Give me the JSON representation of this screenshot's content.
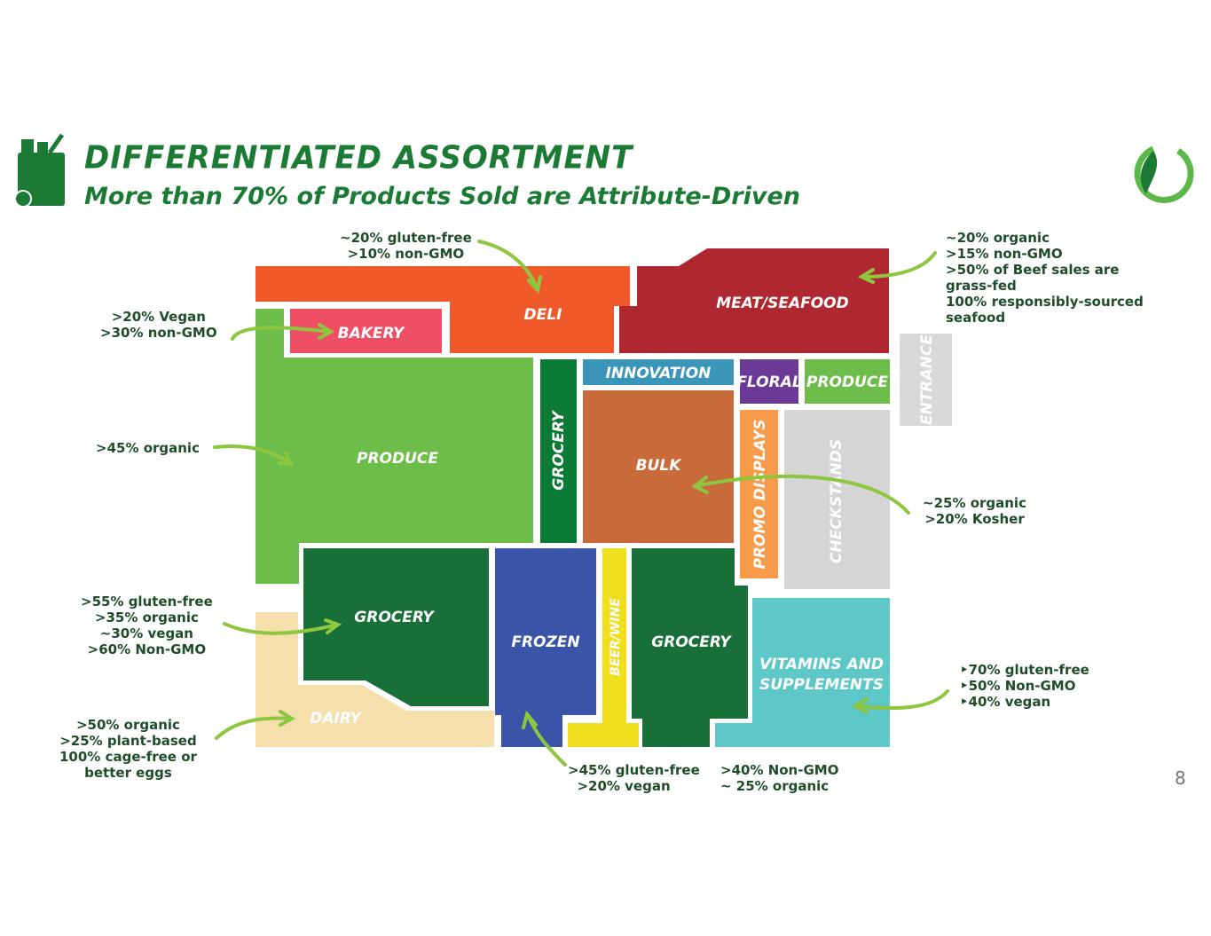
{
  "header": {
    "title": "DIFFERENTIATED ASSORTMENT",
    "subtitle": "More than 70% of Products Sold are Attribute-Driven",
    "icon": "grocery-bag-icon",
    "logo": "sprouts-leaf-logo"
  },
  "page_number": "8",
  "colors": {
    "title_green": "#1b7a34",
    "note_text": "#1f4d2a",
    "arrow": "#8dc63f"
  },
  "map": {
    "deli": "DELI",
    "meat": "MEAT/SEAFOOD",
    "bakery": "BAKERY",
    "produce_main": "PRODUCE",
    "grocery_vertical": "GROCERY",
    "innovation": "INNOVATION",
    "floral": "FLORAL",
    "produce_small": "PRODUCE",
    "entrance": "ENTRANCE",
    "bulk": "BULK",
    "promo": "PROMO DISPLAYS",
    "checkstands": "CHECKSTANDS",
    "grocery_left": "GROCERY",
    "frozen": "FROZEN",
    "beer_wine": "BEER/WINE",
    "grocery_right": "GROCERY",
    "vitamins_1": "VITAMINS AND",
    "vitamins_2": "SUPPLEMENTS",
    "dairy": "DAIRY"
  },
  "notes": {
    "deli": "~20% gluten-free\n>10% non-GMO",
    "meat": "~20% organic\n>15% non-GMO\n>50% of Beef sales are\ngrass-fed\n100% responsibly-sourced\nseafood",
    "bakery": ">20% Vegan\n>30% non-GMO",
    "produce": ">45% organic",
    "bulk": "~25% organic\n>20% Kosher",
    "grocery": ">55% gluten-free\n>35% organic\n~30% vegan\n>60% Non-GMO",
    "vitamins": "‣70% gluten-free\n‣50% Non-GMO\n‣40% vegan",
    "dairy": ">50% organic\n>25% plant-based\n100% cage-free or\nbetter eggs",
    "frozen": ">45% gluten-free\n  >20% vegan",
    "grocery_right": ">40% Non-GMO\n~ 25% organic"
  }
}
